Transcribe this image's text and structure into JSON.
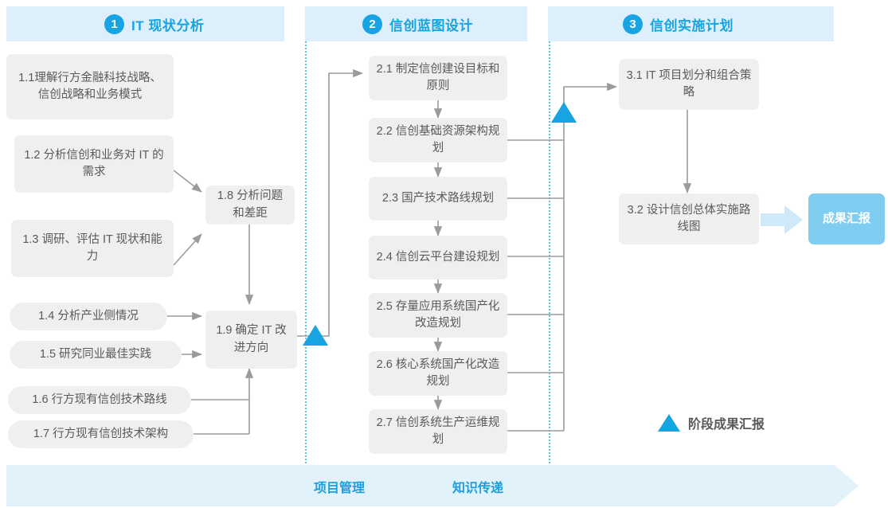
{
  "phases": [
    {
      "num": "1",
      "title": "IT 现状分析"
    },
    {
      "num": "2",
      "title": "信创蓝图设计"
    },
    {
      "num": "3",
      "title": "信创实施计划"
    }
  ],
  "phase1_tasks": [
    {
      "id": "1.1",
      "label": "1.1理解行方金融科技战略、信创战略和业务模式"
    },
    {
      "id": "1.2",
      "label": "1.2 分析信创和业务对 IT 的需求"
    },
    {
      "id": "1.3",
      "label": "1.3 调研、评估 IT 现状和能力"
    },
    {
      "id": "1.4",
      "label": "1.4 分析产业侧情况"
    },
    {
      "id": "1.5",
      "label": "1.5 研究同业最佳实践"
    },
    {
      "id": "1.6",
      "label": "1.6 行方现有信创技术路线"
    },
    {
      "id": "1.7",
      "label": "1.7 行方现有信创技术架构"
    },
    {
      "id": "1.8",
      "label": "1.8 分析问题和差距"
    },
    {
      "id": "1.9",
      "label": "1.9 确定 IT 改进方向"
    }
  ],
  "phase2_tasks": [
    {
      "id": "2.1",
      "label": "2.1 制定信创建设目标和原则"
    },
    {
      "id": "2.2",
      "label": "2.2 信创基础资源架构规划"
    },
    {
      "id": "2.3",
      "label": "2.3 国产技术路线规划"
    },
    {
      "id": "2.4",
      "label": "2.4 信创云平台建设规划"
    },
    {
      "id": "2.5",
      "label": "2.5 存量应用系统国产化改造规划"
    },
    {
      "id": "2.6",
      "label": "2.6 核心系统国产化改造规划"
    },
    {
      "id": "2.7",
      "label": "2.7 信创系统生产运维规划"
    }
  ],
  "phase3_tasks": [
    {
      "id": "3.1",
      "label": "3.1 IT 项目划分和组合策略"
    },
    {
      "id": "3.2",
      "label": "3.2 设计信创总体实施路线图"
    }
  ],
  "result": {
    "label": "成果汇报"
  },
  "legend": {
    "label": "阶段成果汇报"
  },
  "bottom": {
    "items": [
      {
        "label": "项目管理"
      },
      {
        "label": "知识传递"
      }
    ]
  },
  "colors": {
    "accent": "#18a3e2",
    "band": "#ddeffb",
    "bottom_band": "#e2f2fb",
    "box_fill": "#efefef",
    "box_text": "#5a5a5c",
    "result_fill": "#7fcdf0",
    "divider": "#5bc3ea",
    "wire": "#9b9b9b"
  }
}
